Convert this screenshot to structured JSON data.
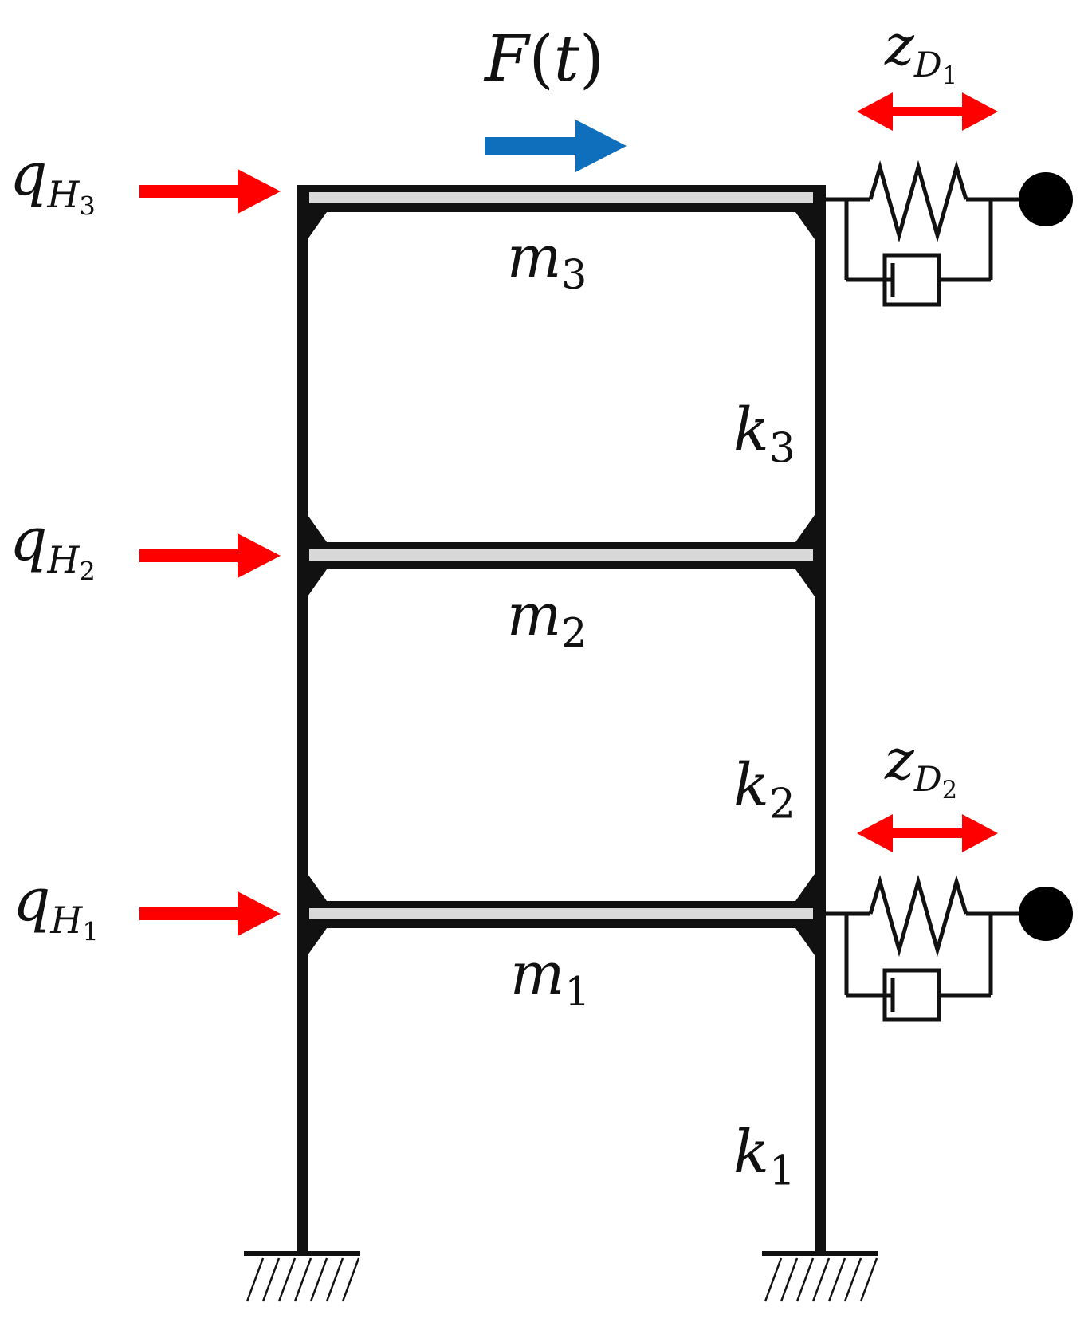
{
  "labels": {
    "force": {
      "main": "F",
      "paren_open": "(",
      "var": "t",
      "paren_close": ")"
    },
    "q3": {
      "main": "q",
      "sub": "H",
      "subsub": "3"
    },
    "q2": {
      "main": "q",
      "sub": "H",
      "subsub": "2"
    },
    "q1": {
      "main": "q",
      "sub": "H",
      "subsub": "1"
    },
    "zd1": {
      "main": "z",
      "sub": "D",
      "subsub": "1"
    },
    "zd2": {
      "main": "z",
      "sub": "D",
      "subsub": "2"
    },
    "m3": {
      "main": "m",
      "sub": "3"
    },
    "m2": {
      "main": "m",
      "sub": "2"
    },
    "m1": {
      "main": "m",
      "sub": "1"
    },
    "k3": {
      "main": "k",
      "sub": "3"
    },
    "k2": {
      "main": "k",
      "sub": "2"
    },
    "k1": {
      "main": "k",
      "sub": "1"
    }
  },
  "colors": {
    "frame": "#111111",
    "floor_fill": "#d9d9d9",
    "input_arrows": "#ff0000",
    "force_arrow": "#0f6fbd",
    "damper_arrows": "#ff0000"
  }
}
